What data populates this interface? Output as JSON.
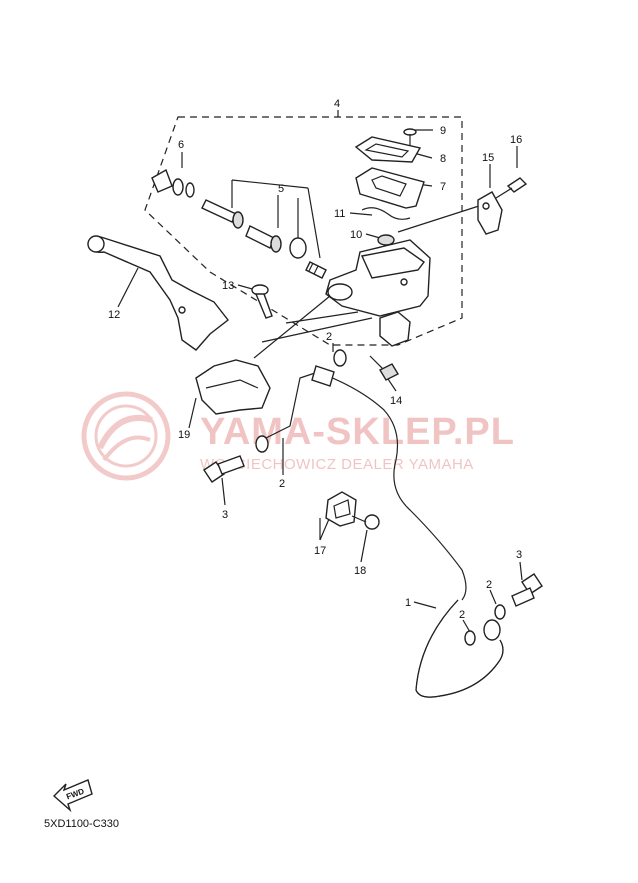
{
  "watermark": {
    "title": "YAMA-SKLEP.PL",
    "subtitle": "WOJCIECHOWICZ DEALER YAMAHA"
  },
  "fwd_label": "FWD",
  "diagram_code": "5XD1100-C330",
  "callouts": [
    {
      "id": "c4",
      "text": "4"
    },
    {
      "id": "c9",
      "text": "9"
    },
    {
      "id": "c6",
      "text": "6"
    },
    {
      "id": "c8",
      "text": "8"
    },
    {
      "id": "c16",
      "text": "16"
    },
    {
      "id": "c15",
      "text": "15"
    },
    {
      "id": "c5",
      "text": "5"
    },
    {
      "id": "c7",
      "text": "7"
    },
    {
      "id": "c11",
      "text": "11"
    },
    {
      "id": "c10",
      "text": "10"
    },
    {
      "id": "c13",
      "text": "13"
    },
    {
      "id": "c12",
      "text": "12"
    },
    {
      "id": "c2a",
      "text": "2"
    },
    {
      "id": "c14",
      "text": "14"
    },
    {
      "id": "c19",
      "text": "19"
    },
    {
      "id": "c2b",
      "text": "2"
    },
    {
      "id": "c3a",
      "text": "3"
    },
    {
      "id": "c17",
      "text": "17"
    },
    {
      "id": "c18",
      "text": "18"
    },
    {
      "id": "c3b",
      "text": "3"
    },
    {
      "id": "c2c",
      "text": "2"
    },
    {
      "id": "c1",
      "text": "1"
    },
    {
      "id": "c2d",
      "text": "2"
    }
  ]
}
